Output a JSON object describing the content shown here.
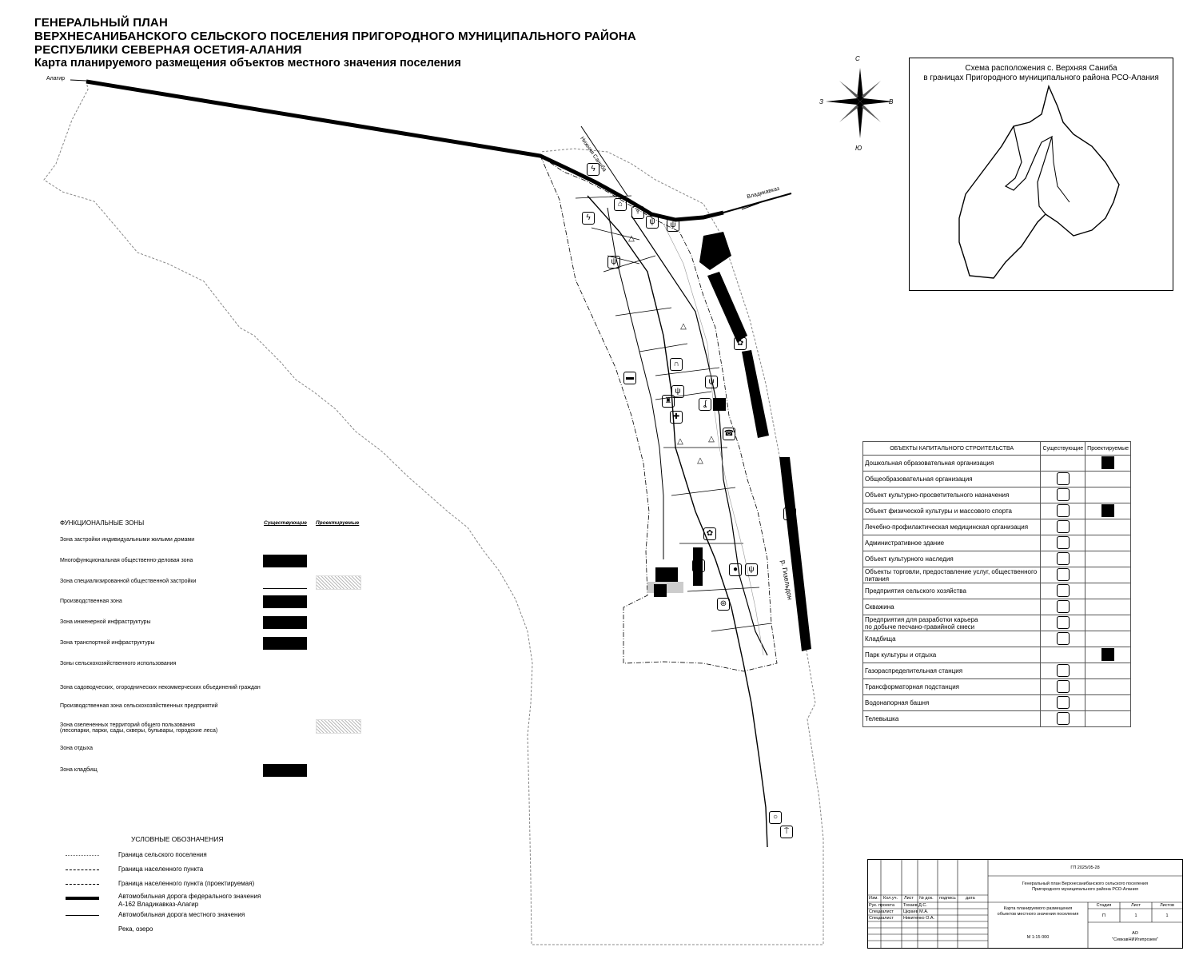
{
  "title": {
    "line1": "ГЕНЕРАЛЬНЫЙ ПЛАН",
    "line2": "ВЕРХНЕСАНИБАНСКОГО СЕЛЬСКОГО ПОСЕЛЕНИЯ ПРИГОРОДНОГО МУНИЦИПАЛЬНОГО РАЙОНА",
    "line3": "РЕСПУБЛИКИ СЕВЕРНАЯ ОСЕТИЯ-АЛАНИЯ",
    "subtitle": "Карта планируемого размещения объектов местного значения поселения"
  },
  "map_labels": {
    "alagir": "Алагир",
    "nizhnyaya_saniba": "Нижняя Саниба",
    "vladikavkaz": "Владикавказ",
    "river": "р. Гизельдон"
  },
  "compass": {
    "n": "С",
    "s": "Ю",
    "w": "З",
    "e": "В"
  },
  "inset": {
    "caption_line1": "Схема расположения с. Верхняя Саниба",
    "caption_line2": "в границах Пригородного муниципального района РСО-Алания"
  },
  "objects_table": {
    "header": "ОБЪЕКТЫ КАПИТАЛЬНОГО СТРОИТЕЛЬСТВА",
    "col_existing": "Существующие",
    "col_planned": "Проектируемые",
    "rows": [
      {
        "label": "Дошкольная образовательная организация",
        "existing": "",
        "planned": "black",
        "icon": ""
      },
      {
        "label": "Общеобразовательная организация",
        "existing": "sym",
        "planned": "",
        "icon": "school-icon"
      },
      {
        "label": "Объект культурно-просветительного назначения",
        "existing": "sym",
        "planned": "",
        "icon": "culture-icon"
      },
      {
        "label": "Объект физической культуры и массового спорта",
        "existing": "sym",
        "planned": "black",
        "icon": "sport-icon"
      },
      {
        "label": "Лечебно-профилактическая медицинская организация",
        "existing": "sym",
        "planned": "",
        "icon": "medical-cross-icon"
      },
      {
        "label": "Административное здание",
        "existing": "sym",
        "planned": "",
        "icon": "admin-building-icon"
      },
      {
        "label": "Объект культурного наследия",
        "existing": "sym",
        "planned": "",
        "icon": "heritage-icon"
      },
      {
        "label": "Объекты торговли, предоставление услуг, общественного питания",
        "existing": "sym",
        "planned": "",
        "icon": "fork-knife-icon"
      },
      {
        "label": "Предприятия сельского хозяйства",
        "existing": "sym",
        "planned": "",
        "icon": "cow-icon"
      },
      {
        "label": "Скважина",
        "existing": "sym",
        "planned": "",
        "icon": "well-icon"
      },
      {
        "label": "Предприятия для разработки карьера",
        "label2": "по добыче песчано-гравийной смеси",
        "existing": "sym",
        "planned": "",
        "icon": "quarry-icon"
      },
      {
        "label": "Кладбища",
        "existing": "sym",
        "planned": "",
        "icon": "cemetery-icon"
      },
      {
        "label": "Парк культуры и отдыха",
        "existing": "",
        "planned": "black",
        "icon": ""
      },
      {
        "label": "Газораспределительная станция",
        "existing": "sym",
        "planned": "",
        "icon": "gas-station-icon"
      },
      {
        "label": "Трансформаторная подстанция",
        "existing": "sym",
        "planned": "",
        "icon": "transformer-icon"
      },
      {
        "label": "Водонапорная башня",
        "existing": "sym",
        "planned": "",
        "icon": "water-tower-icon"
      },
      {
        "label": "Телевышка",
        "existing": "sym",
        "planned": "",
        "icon": "tv-tower-icon"
      }
    ]
  },
  "zones": {
    "header": "ФУНКЦИОНАЛЬНЫЕ ЗОНЫ",
    "col_existing": "Существующие",
    "col_planned": "Проектируемые",
    "rows": [
      {
        "label": "Зона застройки индивидуальными жилыми домами",
        "existing": "",
        "planned": ""
      },
      {
        "label": "Многофункциональная общественно-деловая зона",
        "existing": "black",
        "planned": ""
      },
      {
        "label": "Зона специализированной общественной застройки",
        "existing": "line",
        "planned": "hatch"
      },
      {
        "label": "Производственная зона",
        "existing": "black",
        "planned": ""
      },
      {
        "label": "Зона инженерной инфраструктуры",
        "existing": "black",
        "planned": ""
      },
      {
        "label": "Зона транспортной инфраструктуры",
        "existing": "black",
        "planned": ""
      },
      {
        "label": "Зоны сельскохозяйственного использования",
        "existing": "",
        "planned": ""
      },
      {
        "label": "Зона садоводческих, огороднических некоммерческих объединений граждан",
        "existing": "",
        "planned": ""
      },
      {
        "label": "Производственная зона сельскохозяйственных предприятий",
        "existing": "",
        "planned": ""
      },
      {
        "label": "Зона озелененных территорий общего пользования",
        "label2": "(лесопарки, парки, сады, скверы, бульвары, городские леса)",
        "existing": "",
        "planned": "hatch"
      },
      {
        "label": "Зона отдыха",
        "existing": "",
        "planned": ""
      },
      {
        "label": "Зона кладбищ",
        "existing": "black",
        "planned": ""
      }
    ]
  },
  "legend": {
    "header": "УСЛОВНЫЕ ОБОЗНАЧЕНИЯ",
    "rows": [
      {
        "label": "Граница сельского поселения",
        "style": "dotted"
      },
      {
        "label": "Граница населенного пункта",
        "style": "dashdot"
      },
      {
        "label": "Граница населенного пункта (проектируемая)",
        "style": "dashdot"
      },
      {
        "label": "Автомобильная дорога федерального значения",
        "label2": "А-162 Владикавказ-Алагир",
        "style": "thick"
      },
      {
        "label": "Автомобильная дорога местного значения",
        "style": "thin"
      },
      {
        "label": "Река, озеро",
        "style": "none"
      }
    ]
  },
  "stamp": {
    "code": "ГП 2025/05-28",
    "project_line1": "Генеральный план Верхнесанибанского сельского поселения",
    "project_line2": "Пригородного муниципального района РСО-Алания",
    "sheet_title1": "Карта планируемого размещения",
    "sheet_title2": "объектов местного значения поселения",
    "scale": "М 1:15 000",
    "org1": "АО",
    "org2": "\"СевкавНИИгипрозем\"",
    "col_stage": "Стадия",
    "col_sheet": "Лист",
    "col_sheets": "Листов",
    "stage": "П",
    "sheet": "1",
    "sheets": "1",
    "h_izm": "Изм.",
    "h_koluch": "Кол.уч.",
    "h_list": "Лист",
    "h_ndok": "№ док.",
    "h_podpis": "подпись",
    "h_data": "дата",
    "r1_role": "Рук. проекта",
    "r1_name": "Тохаев Д.С.",
    "r2_role": "Специалист",
    "r2_name": "Цкраев М.А.",
    "r3_role": "Специалист",
    "r3_name": "Никитенко О.А."
  },
  "colors": {
    "ink": "#000000",
    "paper": "#ffffff",
    "boundary": "#808080"
  }
}
